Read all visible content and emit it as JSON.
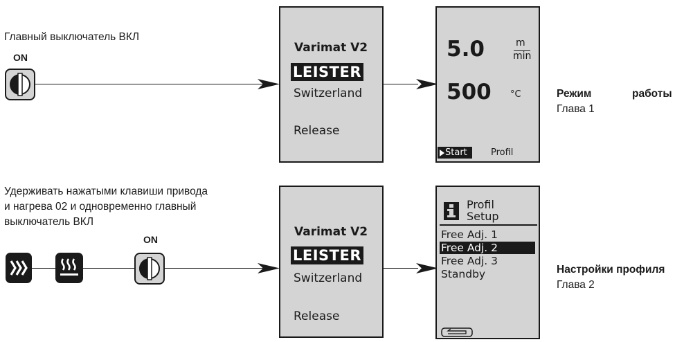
{
  "top_row": {
    "instruction": "Главный выключатель ВКЛ",
    "switch_label": "ON",
    "startup_screen": {
      "model": "Varimat V2",
      "brand": "LEISTER",
      "country": "Switzerland",
      "release": "Release"
    },
    "operating_screen": {
      "speed_value": "5.0",
      "speed_unit_top": "m",
      "speed_unit_bottom": "min",
      "temp_value": "500",
      "temp_unit": "°C",
      "start_label": "Start",
      "profil_label": "Profil"
    },
    "result_title_word1": "Режим",
    "result_title_word2": "работы",
    "result_chapter": "Глава 1"
  },
  "bottom_row": {
    "instruction_lines": [
      "Удерживать нажатыми клавиши привода",
      "и нагрева 02 и одновременно главный",
      "выключатель ВКЛ"
    ],
    "switch_label": "ON",
    "startup_screen": {
      "model": "Varimat V2",
      "brand": "LEISTER",
      "country": "Switzerland",
      "release": "Release"
    },
    "profile_screen": {
      "header_line1": "Profil",
      "header_line2": "Setup",
      "items": [
        "Free Adj. 1",
        "Free Adj. 2",
        "Free Adj. 3",
        "Standby"
      ],
      "selected_index": 1
    },
    "result_title": "Настройки профиля",
    "result_chapter": "Глава 2"
  },
  "icons": [
    "on-off-switch-icon",
    "drive-key-icon",
    "heat-key-icon",
    "info-icon",
    "back-arrow-icon",
    "start-triangle-icon"
  ],
  "colors": {
    "screen_bg": "#d4d4d4",
    "ink": "#1a1a1a",
    "inverse_text": "#ffffff"
  }
}
